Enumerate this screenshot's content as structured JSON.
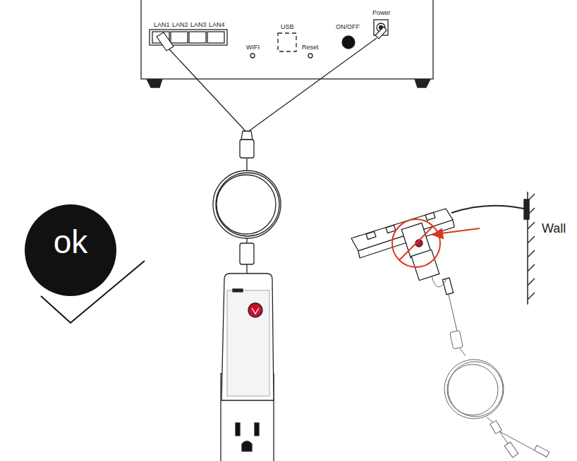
{
  "diagram": {
    "nodes": [
      {
        "text": [
          "ok"
        ]
      }
    ],
    "labels": [
      "LAN1",
      "LAN2",
      "LAN3",
      "LAN4",
      "WIFI",
      "USB",
      "Reset",
      "ON/OFF",
      "Power",
      "Wall"
    ]
  }
}
